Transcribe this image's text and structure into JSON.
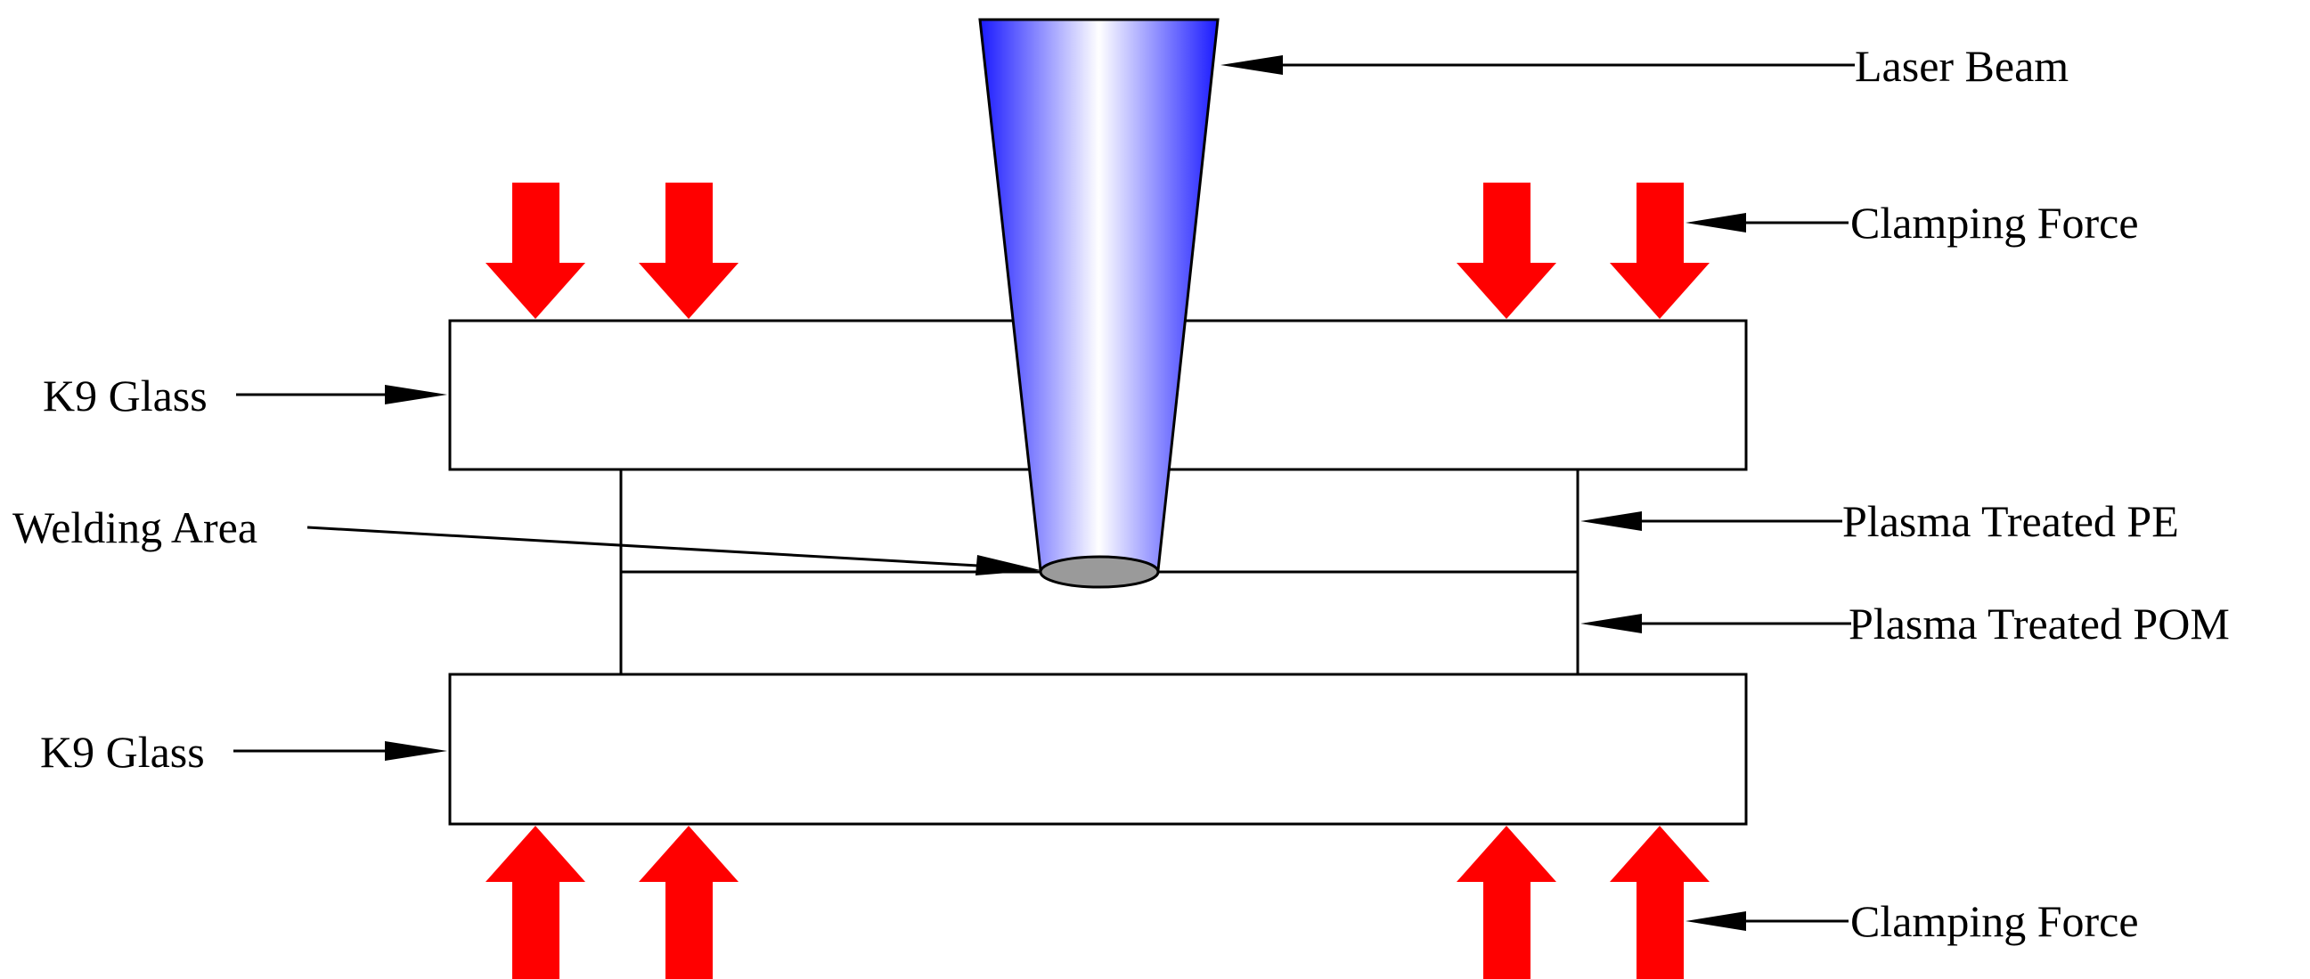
{
  "labels": {
    "laser_beam": "Laser Beam",
    "clamping_force_top": "Clamping Force",
    "clamping_force_bottom": "Clamping Force",
    "k9_glass_top": "K9 Glass",
    "k9_glass_bottom": "K9 Glass",
    "welding_area": "Welding Area",
    "plasma_pe": "Plasma Treated PE",
    "plasma_pom": "Plasma Treated POM"
  },
  "colors": {
    "clamp_arrow": "#ff0000",
    "beam_edge": "#1a1aff",
    "beam_center": "#ffffff",
    "weld_spot": "#9a9a9a",
    "line": "#000000"
  }
}
